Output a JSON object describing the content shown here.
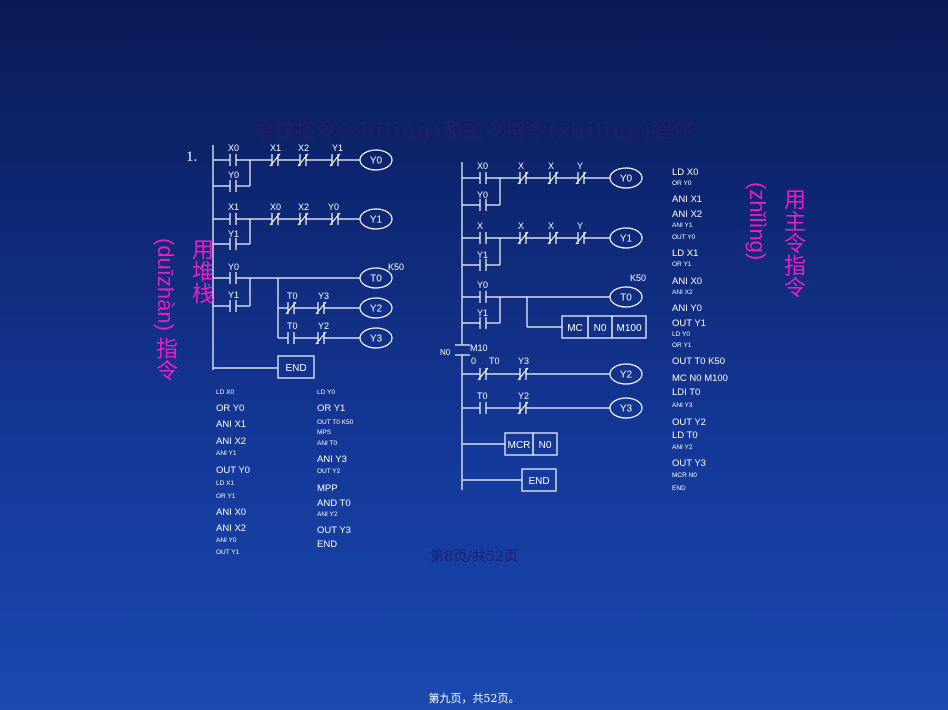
{
  "title": "堆栈指令(zhǐlìng)和主令指令(zhǐlìng)程序",
  "item_number": "1.",
  "left_vertical_1": "用堆栈",
  "left_vertical_2": "(duīzhàn) 指令",
  "right_vertical_1": "用主令指令",
  "right_vertical_2": "(zhǐlìng)",
  "page_label": "第8页/共52页",
  "footer": "第九页，共52页。",
  "left_diagram": {
    "labels": [
      "X0",
      "X1",
      "X2",
      "Y1",
      "Y0",
      "X1",
      "X0",
      "X2",
      "Y0",
      "Y1",
      "Y0",
      "K50",
      "Y1",
      "T0",
      "Y3",
      "T0",
      "Y2"
    ],
    "coils": [
      "Y0",
      "Y1",
      "T0",
      "Y2",
      "Y3"
    ],
    "end": "END"
  },
  "right_diagram": {
    "labels": [
      "X0",
      "X",
      "X",
      "Y",
      "Y0",
      "X",
      "X",
      "X",
      "Y",
      "Y1",
      "K50",
      "Y0",
      "Y1",
      "N0",
      "M10",
      "0",
      "T0",
      "Y3",
      "T0",
      "Y2"
    ],
    "coils": [
      "Y0",
      "Y1",
      "T0",
      "Y2",
      "Y3"
    ],
    "mc": [
      "MC",
      "N0",
      "M100"
    ],
    "mcr": [
      "MCR",
      "N0"
    ],
    "end": "END"
  },
  "left_list_a": [
    {
      "t": "LD   X0",
      "s": "small"
    },
    {
      "t": "OR   Y0",
      "s": "big"
    },
    {
      "t": "ANI   X1",
      "s": "big"
    },
    {
      "t": "ANI   X2",
      "s": "big"
    },
    {
      "t": "ANI   Y1",
      "s": "small"
    },
    {
      "t": "OUT   Y0",
      "s": "big"
    },
    {
      "t": "LD   X1",
      "s": "small"
    },
    {
      "t": "OR   Y1",
      "s": "small"
    },
    {
      "t": "ANI   X0",
      "s": "big"
    },
    {
      "t": "ANI   X2",
      "s": "big"
    },
    {
      "t": "ANI   Y0",
      "s": "small"
    },
    {
      "t": "OUT Y1",
      "s": "small"
    }
  ],
  "left_list_b": [
    {
      "t": "LD   Y0",
      "s": "small"
    },
    {
      "t": "OR   Y1",
      "s": "big"
    },
    {
      "t": "OUT   T0   K50",
      "s": "small"
    },
    {
      "t": "MPS",
      "s": "small"
    },
    {
      "t": "ANI   T0",
      "s": "small"
    },
    {
      "t": "ANI   Y3",
      "s": "big"
    },
    {
      "t": "OUT   Y2",
      "s": "small"
    },
    {
      "t": "MPP",
      "s": "big"
    },
    {
      "t": "AND   T0",
      "s": "big"
    },
    {
      "t": "ANI   Y2",
      "s": "small"
    },
    {
      "t": "OUT   Y3",
      "s": "big"
    },
    {
      "t": "END",
      "s": "big"
    }
  ],
  "right_list": [
    {
      "t": "LD    X0",
      "s": "big"
    },
    {
      "t": "OR    Y0",
      "s": "small"
    },
    {
      "t": "ANI   X1",
      "s": "big"
    },
    {
      "t": "ANI   X2",
      "s": "big"
    },
    {
      "t": "ANI   Y1",
      "s": "small"
    },
    {
      "t": "OUT   Y0",
      "s": "small"
    },
    {
      "t": "LD    X1",
      "s": "big"
    },
    {
      "t": "OR    Y1",
      "s": "small"
    },
    {
      "t": "ANI   X0",
      "s": "big"
    },
    {
      "t": "ANI   X2",
      "s": "small"
    },
    {
      "t": "ANI   Y0",
      "s": "big"
    },
    {
      "t": "OUT   Y1",
      "s": "big"
    },
    {
      "t": "LD    Y0",
      "s": "small"
    },
    {
      "t": "OR    Y1",
      "s": "small"
    },
    {
      "t": "OUT   T0    K50",
      "s": "big"
    },
    {
      "t": "MC     N0   M100",
      "s": "big"
    },
    {
      "t": "LDI    T0",
      "s": "big"
    },
    {
      "t": "ANI    Y3",
      "s": "small"
    },
    {
      "t": "OUT    Y2",
      "s": "big"
    },
    {
      "t": "LD     T0",
      "s": "big"
    },
    {
      "t": "ANI    Y2",
      "s": "small"
    },
    {
      "t": "OUT    Y3",
      "s": "big"
    },
    {
      "t": "MCR    N0",
      "s": "small"
    },
    {
      "t": "END",
      "s": "small"
    }
  ]
}
